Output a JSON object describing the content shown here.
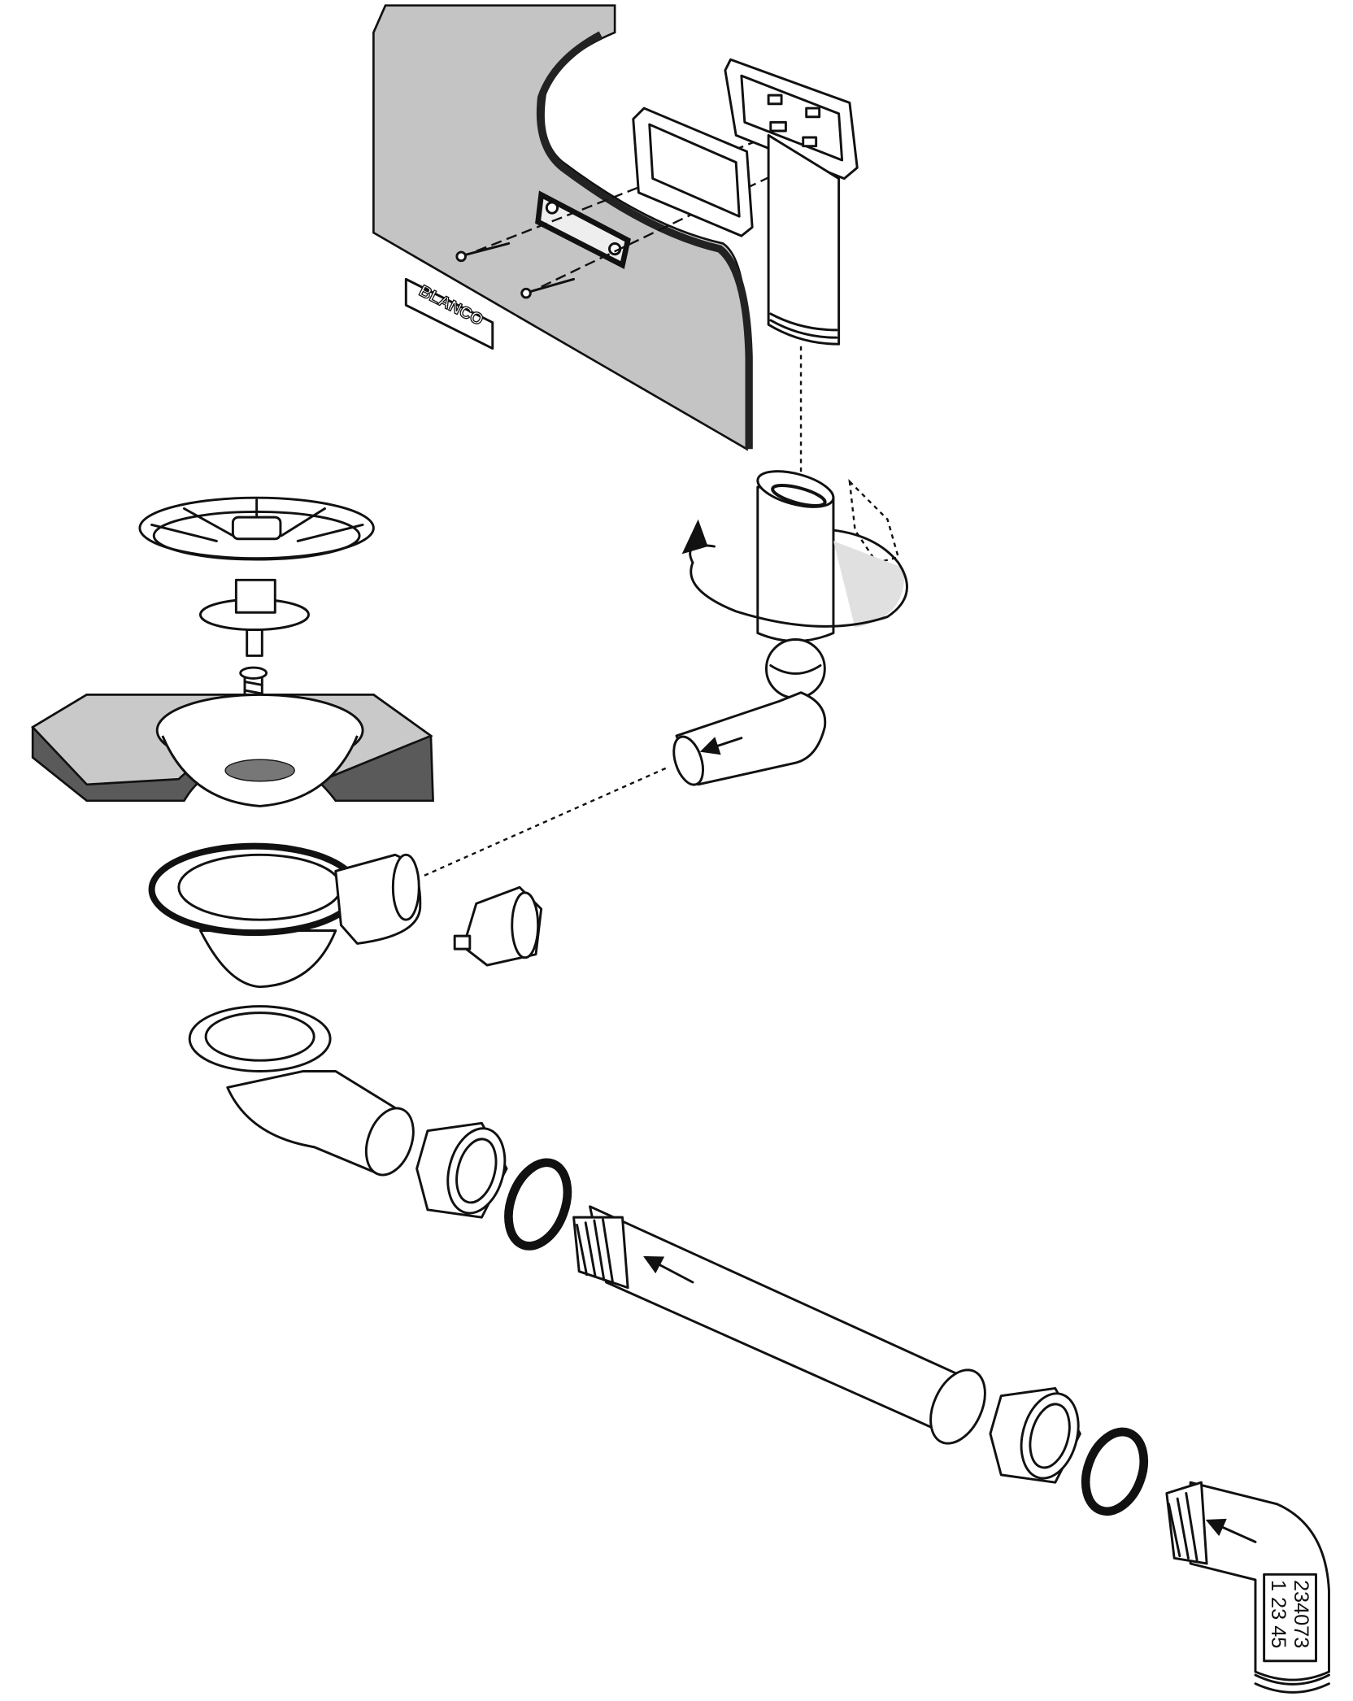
{
  "diagram": {
    "title": "Sink waste and overflow set - exploded assembly view",
    "brand_plate": {
      "logo_text": "BLANCO"
    },
    "part_label": {
      "line1": "234073",
      "line2": "1 23 45"
    },
    "colors": {
      "panel": "#c4c4c4",
      "surface": "#5a5a5a",
      "line": "#111111"
    }
  }
}
